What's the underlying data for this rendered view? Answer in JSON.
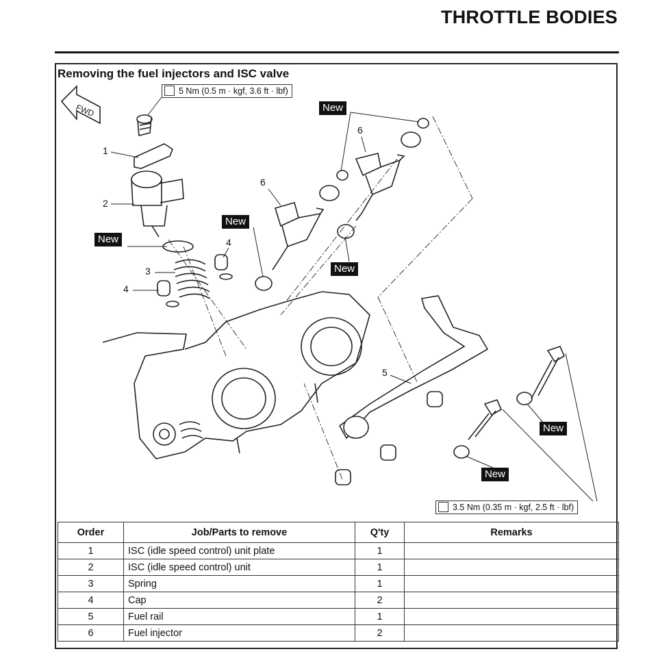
{
  "header": {
    "title": "THROTTLE BODIES"
  },
  "section": {
    "title": "Removing the fuel injectors and ISC valve"
  },
  "direction_label": "FWD",
  "torque_top": "5 Nm (0.5 m · kgf, 3.6 ft · lbf)",
  "torque_bottom": "3.5 Nm (0.35 m · kgf, 2.5 ft · lbf)",
  "new_label": "New",
  "callouts": {
    "c1": "1",
    "c2": "2",
    "c3": "3",
    "c4a": "4",
    "c4b": "4",
    "c5": "5",
    "c6a": "6",
    "c6b": "6"
  },
  "table": {
    "headers": {
      "order": "Order",
      "job": "Job/Parts to remove",
      "qty": "Q'ty",
      "remarks": "Remarks"
    },
    "rows": [
      {
        "order": "1",
        "job": "ISC (idle speed control) unit plate",
        "qty": "1",
        "remarks": ""
      },
      {
        "order": "2",
        "job": "ISC (idle speed control) unit",
        "qty": "1",
        "remarks": ""
      },
      {
        "order": "3",
        "job": "Spring",
        "qty": "1",
        "remarks": ""
      },
      {
        "order": "4",
        "job": "Cap",
        "qty": "2",
        "remarks": ""
      },
      {
        "order": "5",
        "job": "Fuel rail",
        "qty": "1",
        "remarks": ""
      },
      {
        "order": "6",
        "job": "Fuel injector",
        "qty": "2",
        "remarks": ""
      }
    ]
  }
}
